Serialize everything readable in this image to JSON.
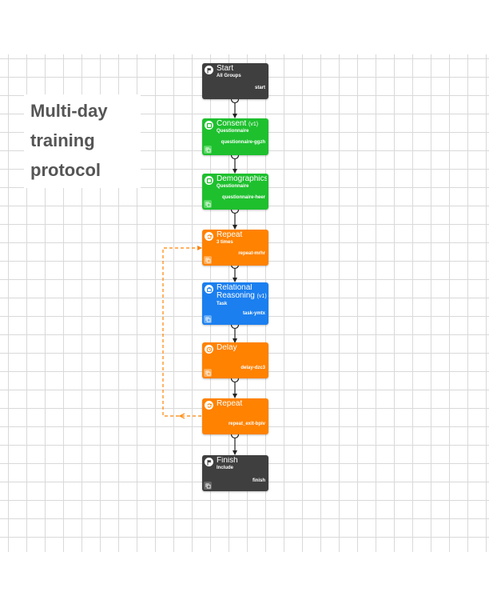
{
  "title_lines": [
    "Multi-day",
    "training",
    "protocol"
  ],
  "colors": {
    "start_finish": "#3f3f3f",
    "questionnaire": "#1ec02e",
    "control": "#ff8200",
    "task": "#1b7fef",
    "loop_edge": "#ff8200"
  },
  "nodes": [
    {
      "id": "start",
      "name": "Start",
      "version": "",
      "subtitle": "All Groups",
      "slug": "start",
      "icon": "flag-icon",
      "copy": false
    },
    {
      "id": "consent",
      "name": "Consent",
      "version": "(v1)",
      "subtitle": "Questionnaire",
      "slug": "questionnaire-ggzh",
      "icon": "questionnaire-icon",
      "copy": true
    },
    {
      "id": "demographics",
      "name": "Demographics",
      "version": "(",
      "subtitle": "Questionnaire",
      "slug": "questionnaire-heer",
      "icon": "questionnaire-icon",
      "copy": true
    },
    {
      "id": "repeat1",
      "name": "Repeat",
      "version": "",
      "subtitle": "3 times",
      "slug": "repeat-mrhr",
      "icon": "repeat-icon",
      "copy": true
    },
    {
      "id": "relational",
      "name": "Relational Reasoning",
      "version": "(v1)",
      "subtitle": "Task",
      "slug": "task-ymtx",
      "icon": "task-icon",
      "copy": true
    },
    {
      "id": "delay",
      "name": "Delay",
      "version": "",
      "subtitle": "",
      "slug": "delay-dzc3",
      "icon": "clock-icon",
      "copy": true
    },
    {
      "id": "repeat2",
      "name": "Repeat",
      "version": "",
      "subtitle": "",
      "slug": "repeat_exit-bpiv",
      "icon": "repeat-icon",
      "copy": false
    },
    {
      "id": "finish",
      "name": "Finish",
      "version": "",
      "subtitle": "Include",
      "slug": "finish",
      "icon": "flag-icon",
      "copy": true
    }
  ]
}
